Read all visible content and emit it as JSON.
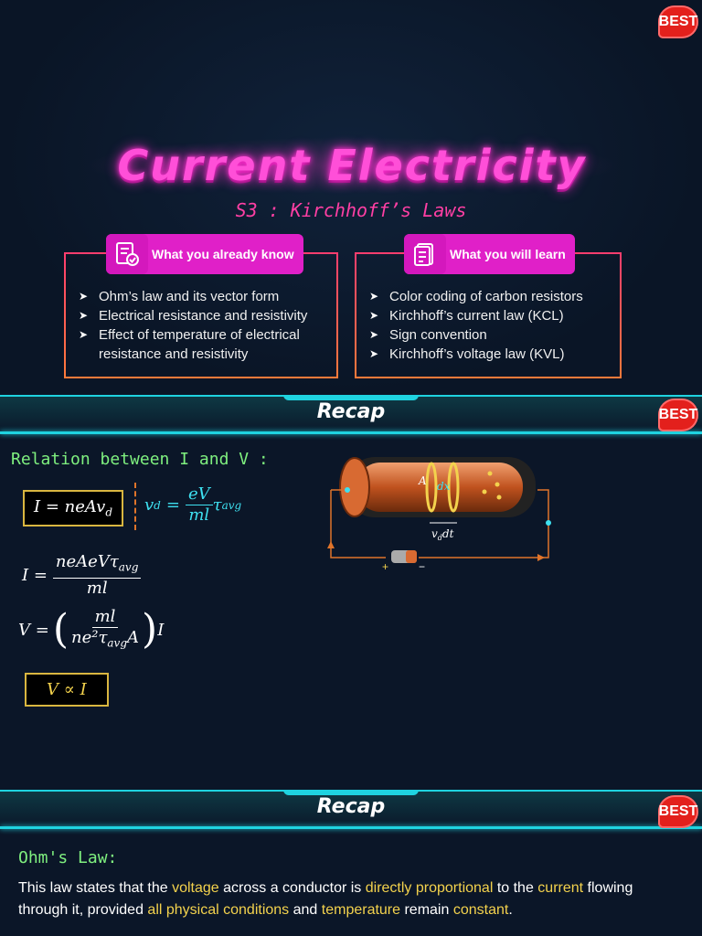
{
  "slide1": {
    "badge": "BEST",
    "title": "Current Electricity",
    "subtitle": "S3 : Kirchhoff’s Laws",
    "left_box": {
      "tag": "What you already know",
      "items": [
        "Ohm’s law and its vector form",
        "Electrical resistance and resistivity",
        "Effect of temperature of electrical resistance and resistivity"
      ]
    },
    "right_box": {
      "tag": "What you will learn",
      "items": [
        "Color coding of carbon resistors",
        "Kirchhoff’s current law (KCL)",
        "Sign convention",
        "Kirchhoff’s voltage law (KVL)"
      ]
    }
  },
  "slide2": {
    "recap": "Recap",
    "badge": "BEST",
    "heading": "Relation between I and V :",
    "eq1": "I = neAv",
    "eq1_sub": "d",
    "vd_lhs": "v",
    "vd_sub": "d",
    "vd_num": "eV",
    "vd_den": "ml",
    "vd_tau": "τ",
    "vd_tau_sub": "avg",
    "i_lhs": "I =",
    "i_num": "neAeVτ",
    "i_num_sub": "avg",
    "i_den": "ml",
    "v_lhs": "V =",
    "v_num": "ml",
    "v_den": "ne²τ",
    "v_den_sub": "avg",
    "v_den_tail": "A",
    "v_tail": "I",
    "prop": "V ∝ I",
    "diagram": {
      "label_a": "A",
      "label_dx": "dx",
      "label_vdt": "v",
      "label_vdt_sub": "d",
      "label_vdt_tail": "dt",
      "plus": "+",
      "minus": "−"
    }
  },
  "slide3": {
    "recap": "Recap",
    "badge": "BEST",
    "heading": "Ohm's Law:",
    "p1": "This law states that the ",
    "h1": "voltage",
    "p2": " across a conductor is ",
    "h2": "directly proportional",
    "p3": " to the ",
    "h3": "current",
    "p4": " flowing through it, provided ",
    "h4": "all physical conditions",
    "p5": " and ",
    "h5": "temperature",
    "p6": " remain ",
    "h6": "constant",
    "p7": "."
  },
  "colors": {
    "background": "#0b1628",
    "accent_cyan": "#1fd3e0",
    "neon_pink": "#ff4fd8",
    "highlight": "#f3d24d",
    "green_heading": "#7ff07f",
    "badge_red": "#e3201c"
  }
}
